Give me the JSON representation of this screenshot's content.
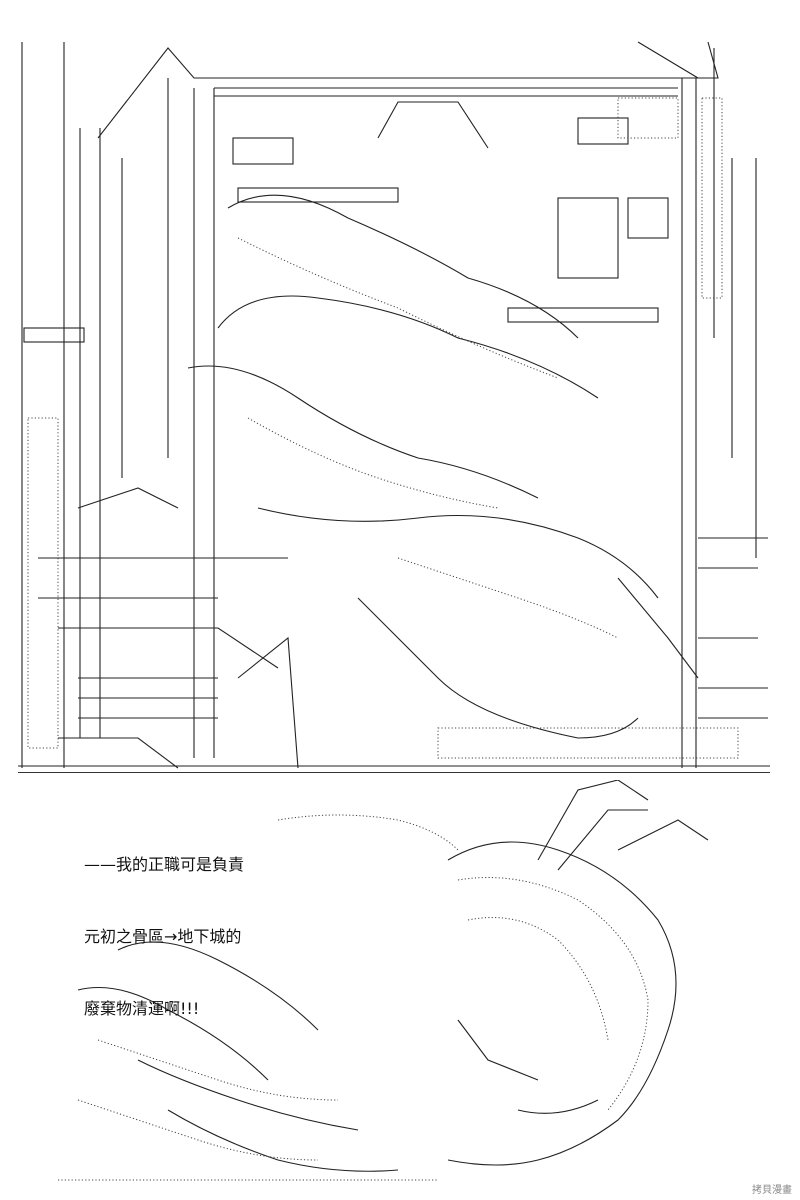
{
  "caption": {
    "line1": "——我的正職可是負責",
    "line2": "元初之骨區→地下城的",
    "line3": "廢棄物清運啊!!!"
  },
  "watermark": "拷貝漫畫"
}
